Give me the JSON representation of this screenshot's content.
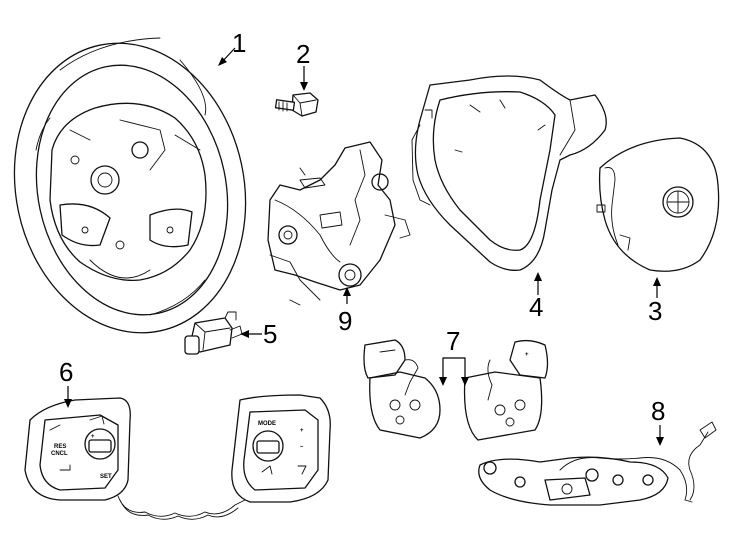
{
  "callouts": {
    "c1": "1",
    "c2": "2",
    "c3": "3",
    "c4": "4",
    "c5": "5",
    "c6": "6",
    "c7": "7",
    "c8": "8",
    "c9": "9"
  },
  "button_labels": {
    "res_1": "RES",
    "res_2": "CNCL",
    "set": "SET",
    "mode": "MODE",
    "plus": "+",
    "minus": "–"
  },
  "parts": [
    {
      "ref": "1",
      "icon": "steering-wheel-icon"
    },
    {
      "ref": "2",
      "icon": "bolt-icon"
    },
    {
      "ref": "3",
      "icon": "airbag-module-icon"
    },
    {
      "ref": "4",
      "icon": "wheel-trim-cover-icon"
    },
    {
      "ref": "5",
      "icon": "connector-plug-icon"
    },
    {
      "ref": "6",
      "icon": "control-switch-pair-icon"
    },
    {
      "ref": "7",
      "icon": "paddle-shifter-pair-icon"
    },
    {
      "ref": "8",
      "icon": "wiring-harness-icon"
    },
    {
      "ref": "9",
      "icon": "clockspring-icon"
    }
  ]
}
